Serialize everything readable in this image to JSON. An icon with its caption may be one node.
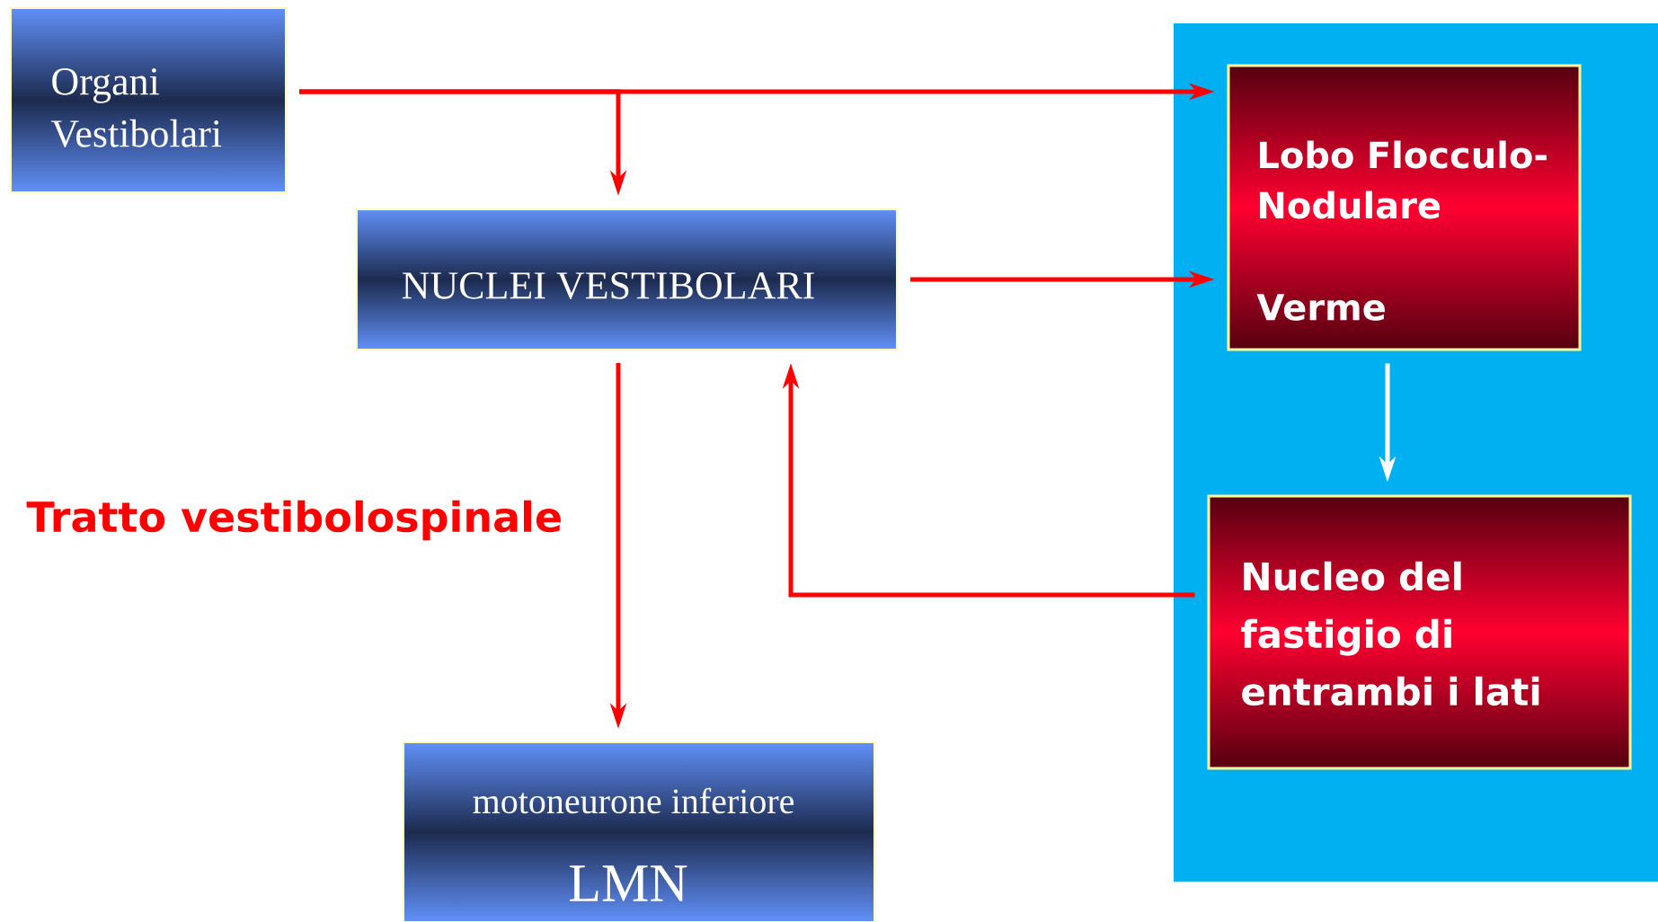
{
  "diagram": {
    "nodes": [
      {
        "text": [
          "Organi Vestibolari"
        ]
      },
      {
        "text": [
          "NUCLEI VESTIBOLARI"
        ]
      },
      {
        "text": [],
        "shape": "box"
      },
      {
        "text": [
          "Lobo Flocculo-Nodulare",
          "Verme"
        ],
        "in": 2
      },
      {
        "text": [
          "Nucleo del fastigio di entrambi i lati"
        ],
        "in": 2
      },
      {
        "text": [
          "motoneurone inferiore",
          "LMN"
        ]
      }
    ],
    "edges": [
      {
        "from": 0,
        "to": 3,
        "arrow": "to"
      },
      {
        "from": 0,
        "to": 1,
        "arrow": "to"
      },
      {
        "from": 1,
        "to": 3,
        "arrow": "to"
      },
      {
        "from": 1,
        "to": 5,
        "arrow": "to"
      },
      {
        "from": 3,
        "to": 4,
        "arrow": "to",
        "color": "#ffffff"
      },
      {
        "from": 4,
        "to": 1,
        "arrow": "to"
      }
    ],
    "labels": [
      "Tratto vestibolospinale"
    ]
  }
}
